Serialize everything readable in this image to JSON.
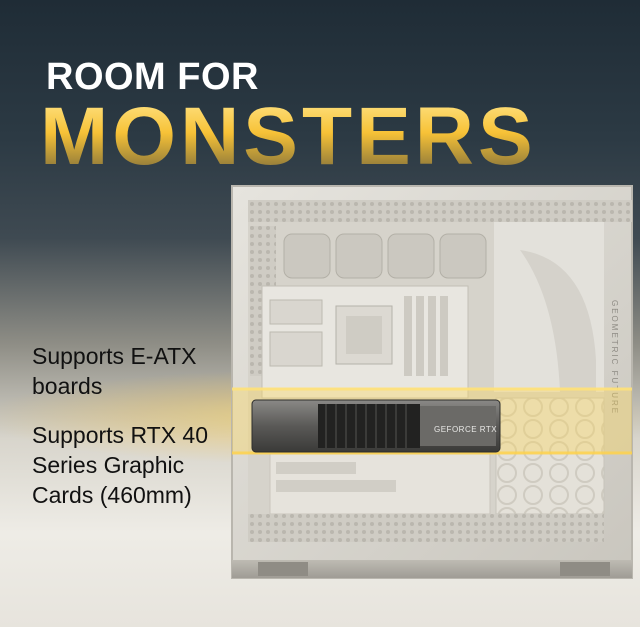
{
  "headline": {
    "line1": "ROOM FOR",
    "line2": "MONSTERS"
  },
  "features": [
    {
      "text": "Supports E-ATX boards"
    },
    {
      "text": "Supports RTX 40 Series Graphic Cards (460mm)"
    }
  ],
  "case": {
    "side_label": "GEOMETRIC FUTURE",
    "gpu_label": "GEFORCE RTX"
  },
  "colors": {
    "headline_white": "#ffffff",
    "headline_gold": "#f7c237",
    "glow_yellow": "#ffd650",
    "case_body": "#d9d7d0"
  }
}
